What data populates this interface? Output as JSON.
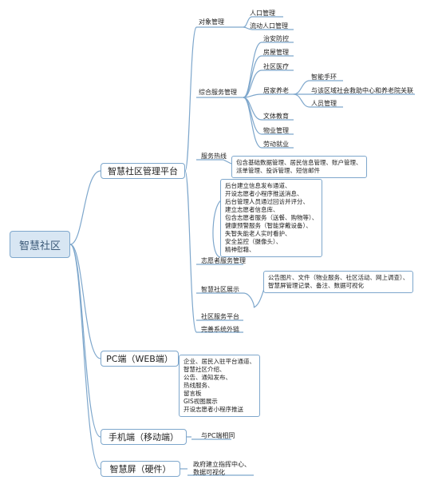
{
  "root": "智慧社区",
  "branches": {
    "platform": "智慧社区管理平台",
    "pc": "PC端（WEB端）",
    "mobile": "手机端（移动端）",
    "screen": "智慧屏（硬件）"
  },
  "platform_children": {
    "object": "对象管理",
    "object_items": [
      "人口管理",
      "流动人口管理"
    ],
    "service": "综合服务管理",
    "service_items": [
      "治安防控",
      "房屋管理",
      "社区医疗",
      "居家养老",
      "文体教育",
      "物业管理",
      "劳动就业"
    ],
    "elderly_items": [
      "智能手环",
      "与该区域社会救助中心和养老院关联",
      "人员管理"
    ],
    "hotline": "服务热线",
    "hotline_box": [
      "包含基础数据管理、居民信息管理、账户管理、",
      "派单管理、投诉管理、短信邮件"
    ],
    "volunteer_box": [
      "后台建立信息发布通道、",
      "开设志愿者小程序推送消息、",
      "后台管理人员通过回访并评分、",
      "建立志愿者信息库、",
      "包含志愿者服务（送餐、购物等）、",
      "健康预警服务（智能穿戴设备）、",
      "失智失能老人实时看护、",
      "安全监控（摄像头）、",
      "精神慰藉、"
    ],
    "volunteer": "志愿者服务管理",
    "display": "智慧社区展示",
    "display_box": [
      "公告图片、文件（物业服务、社区活动、网上调查）、",
      "智慧屏管理记录、备注、数据可视化"
    ],
    "platform_svc": "社区服务平台",
    "external": "完善系统外链"
  },
  "pc_box": [
    "企业、居民入驻平台通道、",
    "智慧社区介绍、",
    "公告、通知发布、",
    "热线服务、",
    "留言板",
    "GIS视图展示",
    "开设志愿者小程序推送"
  ],
  "mobile_item": "与PC端相同",
  "screen_items": [
    "政府建立指挥中心、",
    "数据可视化"
  ],
  "colors": {
    "line": "#7ea7cc",
    "root_fill": "#d8e6f3"
  }
}
